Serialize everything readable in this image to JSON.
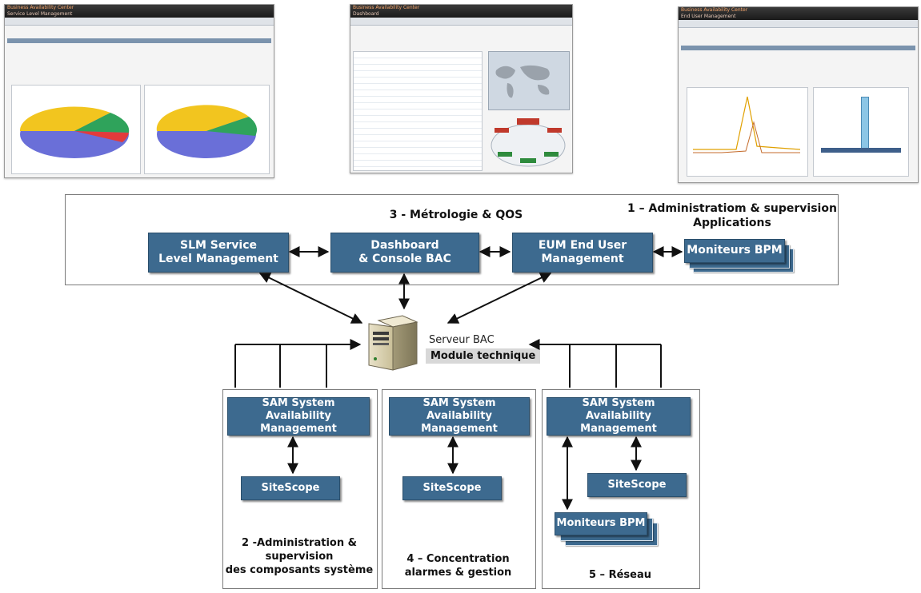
{
  "colors": {
    "box_fill": "#3d6a8f",
    "box_text": "#ffffff",
    "line": "#111111",
    "panel_border": "#7a7a7a"
  },
  "screenshots": {
    "left": {
      "app": "Business Availability Center",
      "subtitle": "Service Level Management"
    },
    "middle": {
      "app": "Business Availability Center",
      "subtitle": "Dashboard"
    },
    "right": {
      "app": "Business Availability Center",
      "subtitle": "End User Management"
    }
  },
  "top_panel": {
    "title": "3 - Métrologie & QOS",
    "side_title": "1 – Administratiom & supervision\nApplications"
  },
  "boxes": {
    "slm": "SLM Service\nLevel Management",
    "dashboard": "Dashboard\n& Console BAC",
    "eum": "EUM End User\nManagement",
    "bpm_top": "Moniteurs BPM",
    "sam1": "SAM System\nAvailability  Management",
    "sam2": "SAM System\nAvailability  Management",
    "sam3": "SAM System\nAvailability  Management",
    "sitescope1": "SiteScope",
    "sitescope2": "SiteScope",
    "sitescope3": "SiteScope",
    "bpm_bottom": "Moniteurs BPM"
  },
  "server": {
    "name": "Serveur BAC",
    "module": "Module technique",
    "icon": "server-tower-icon"
  },
  "bottom_labels": {
    "panel1": "2 -Administration &\nsupervision\ndes composants système",
    "panel2": "4 – Concentration\nalarmes & gestion",
    "panel3": "5 – Réseau"
  }
}
